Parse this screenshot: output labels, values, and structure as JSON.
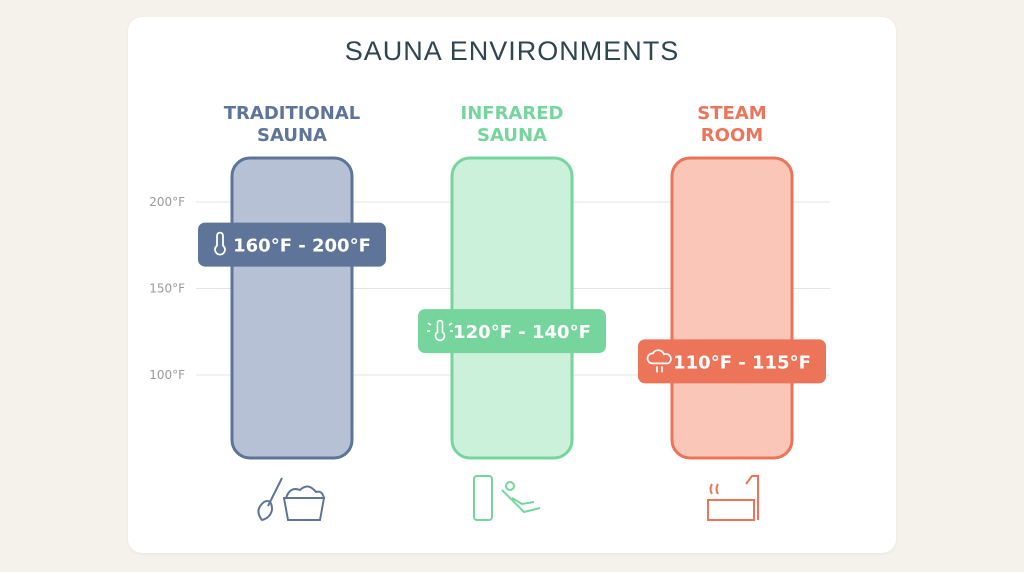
{
  "chart_data": {
    "type": "range-bar",
    "title": "SAUNA ENVIRONMENTS",
    "y_unit": "°F",
    "ylim": [
      60,
      230
    ],
    "y_ticks": [
      {
        "value": 100,
        "label": "100°F"
      },
      {
        "value": 150,
        "label": "150°F"
      },
      {
        "value": 200,
        "label": "200°F"
      }
    ],
    "grid": true,
    "series": [
      {
        "name_lines": [
          "TRADITIONAL",
          "SAUNA"
        ],
        "low": 160,
        "high": 200,
        "range_label": "160°F - 200°F",
        "color": "#5e7499",
        "fill": "#b6c1d5",
        "label_icon": "thermometer-icon",
        "bottom_icon": "sauna-bucket-ladle-icon"
      },
      {
        "name_lines": [
          "INFRARED",
          "SAUNA"
        ],
        "low": 120,
        "high": 140,
        "range_label": "120°F - 140°F",
        "color": "#76d59c",
        "fill": "#cbf1da",
        "label_icon": "radiant-thermometer-icon",
        "bottom_icon": "infrared-panel-recliner-icon"
      },
      {
        "name_lines": [
          "STEAM",
          "ROOM"
        ],
        "low": 110,
        "high": 115,
        "range_label": "110°F - 115°F",
        "color": "#ec7459",
        "fill": "#f9c6b8",
        "label_icon": "steam-cloud-icon",
        "bottom_icon": "steam-shower-bench-icon"
      }
    ]
  },
  "colors": {
    "background": "#f5f2ec",
    "card": "#ffffff",
    "title": "#2f4550",
    "grid": "#e4e4e4",
    "tick_label": "#9a9a9a"
  }
}
